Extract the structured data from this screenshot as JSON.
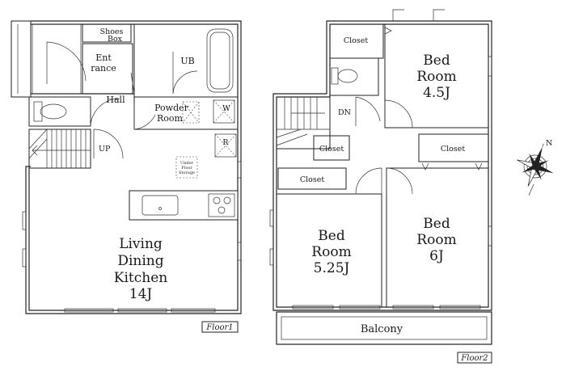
{
  "floor1": {
    "tag": "Floor1",
    "shoes_box": [
      "Shoes",
      "Box"
    ],
    "entrance": [
      "Ent",
      "rance"
    ],
    "unit_bath": "UB",
    "hall": "Hall",
    "powder_room": [
      "Powder",
      "Room"
    ],
    "washer": "W",
    "up_stair": "UP",
    "fridge": "R",
    "underfloor_storage": [
      "Under",
      "Floor",
      "Storage"
    ],
    "ldk": [
      "Living",
      "Dining",
      "Kitchen",
      "14J"
    ]
  },
  "floor2": {
    "tag": "Floor2",
    "closet_top": "Closet",
    "bed_room_1": [
      "Bed",
      "Room",
      "4.5J"
    ],
    "down_stair": "DN",
    "closet_stair": "Closet",
    "closet_right": "Closet",
    "closet_left": "Closet",
    "bed_room_2": [
      "Bed",
      "Room",
      "5.25J"
    ],
    "bed_room_3": [
      "Bed",
      "Room",
      "6J"
    ],
    "balcony": "Balcony"
  },
  "compass": {
    "north_label": "N",
    "icon": "compass-rose-icon"
  }
}
